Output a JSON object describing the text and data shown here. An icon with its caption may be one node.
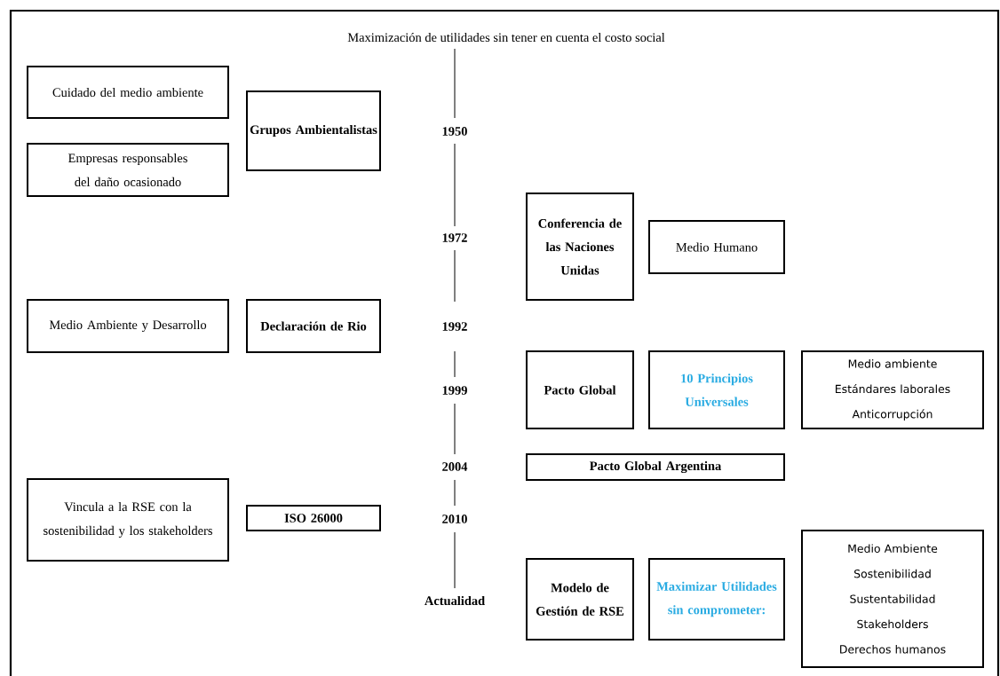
{
  "diagram": {
    "nodes": [
      {
        "text": [
          "Cuidado del medio ambiente"
        ]
      },
      {
        "text": [
          "Empresas responsables del daño ocasionado"
        ]
      },
      {
        "text": [
          "Grupos Ambientalistas"
        ]
      },
      {
        "text": [
          "Conferencia de las Naciones Unidas"
        ]
      },
      {
        "text": [
          "Medio Humano"
        ]
      },
      {
        "text": [
          "Medio Ambiente y Desarrollo"
        ]
      },
      {
        "text": [
          "Declaración de Rio"
        ]
      },
      {
        "text": [
          "Pacto Global"
        ]
      },
      {
        "text": [
          "10 Principios Universales"
        ]
      },
      {
        "text": [
          "Medio ambiente",
          "Estándares laborales",
          "Anticorrupción"
        ]
      },
      {
        "text": [
          "Pacto Global Argentina"
        ]
      },
      {
        "text": [
          "Vincula a la RSE con la sostenibilidad y los stakeholders"
        ]
      },
      {
        "text": [
          "ISO 26000"
        ]
      },
      {
        "text": [
          "Modelo de Gestión de RSE"
        ]
      },
      {
        "text": [
          "Maximizar Utilidades sin comprometer:"
        ]
      },
      {
        "text": [
          "Medio Ambiente",
          "Sostenibilidad",
          "Sustentabilidad",
          "Stakeholders",
          "Derechos humanos"
        ]
      }
    ],
    "labels": [
      "Maximización de utilidades sin tener en cuenta el costo social",
      "1950",
      "1972",
      "1992",
      "1999",
      "2004",
      "2010",
      "Actualidad"
    ]
  }
}
